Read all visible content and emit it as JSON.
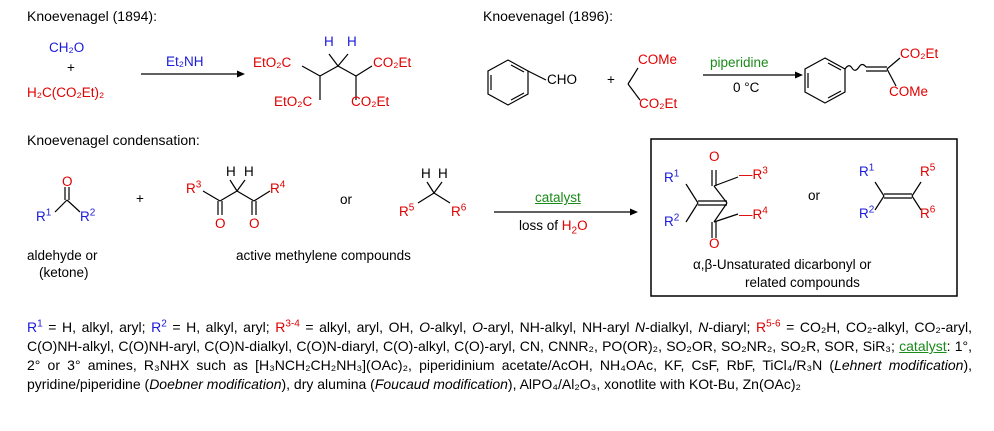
{
  "headers": {
    "knoev_1894": "Knoevenagel (1894):",
    "knoev_1896": "Knoevenagel (1896):",
    "condensation": "Knoevenagel condensation:"
  },
  "reaction_1894": {
    "reactant_top": "CH₂O",
    "plus": "+",
    "reactant_bottom": "H₂C(CO₂Et)₂",
    "reagent": "Et₂NH",
    "prod_h1": "H",
    "prod_h2": "H",
    "prod_tl": "EtO₂C",
    "prod_tr": "CO₂Et",
    "prod_bl": "EtO₂C",
    "prod_br": "CO₂Et"
  },
  "reaction_1896": {
    "cho": "CHO",
    "plus": "+",
    "come_top": "COMe",
    "co2et_bottom": "CO₂Et",
    "reagent": "piperidine",
    "condition": "0 °C",
    "prod_co2et": "CO₂Et",
    "prod_come": "COMe"
  },
  "condensation": {
    "carbonyl_o": "O",
    "r1": "R1",
    "r2": "R2",
    "plus": "+",
    "hh": [
      "H",
      "H"
    ],
    "r3": "R3",
    "r4": "R4",
    "o_left": "O",
    "o_right": "O",
    "or1": "or",
    "r5": "R5",
    "r6": "R6",
    "catalyst": "catalyst",
    "loss": "loss of H2O",
    "aldehyde_line1": "aldehyde or",
    "aldehyde_line2": "(ketone)",
    "active_methylene": "active methylene compounds",
    "or2": "or",
    "product_line1": "α,β-Unsaturated dicarbonyl or",
    "product_line2": "related compounds"
  },
  "notes": {
    "r1_def": "= H, alkyl, aryl;",
    "r2_def": "= H, alkyl, aryl;",
    "r34_def": "= alkyl, aryl, OH,",
    "o_alkyl": "O",
    "o_alkyl_rest": "-alkyl,",
    "o_aryl": "O",
    "o_aryl_rest": "-aryl, NH-alkyl, NH-aryl",
    "n_dialkyl": "N",
    "n_dialkyl_rest": "-dialkyl,",
    "n_diaryl": "N",
    "n_diaryl_rest": "-diaryl;",
    "r56_def": "= CO₂H, CO₂-alkyl, CO₂-aryl, C(O)NH-alkyl, C(O)NH-aryl, C(O)N-dialkyl, C(O)N-diaryl, C(O)-alkyl, C(O)-aryl, CN, CNNR₂, PO(OR)₂, SO₂OR, SO₂NR₂, SO₂R, SOR, SiR₃;",
    "catalyst_label": "catalyst",
    "catalyst_text": ": 1°, 2° or 3° amines, R₃NHX such as [H₃NCH₂CH₂NH₃](OAc)₂, piperidinium acetate/AcOH, NH₄OAc, KF, CsF, RbF, TiCl₄/R₃N (",
    "lehnert": "Lehnert modification",
    "after_lehnert": "), pyridine/piperidine (",
    "doebner": "Doebner modification",
    "after_doebner": "), dry alumina (",
    "foucaud": "Foucaud modification",
    "tail": "), AlPO₄/Al₂O₃, xonotlite with KOt-Bu, Zn(OAc)₂"
  },
  "colors": {
    "blue": "#1a1adc",
    "red": "#e00000",
    "green": "#1a8a1a"
  }
}
